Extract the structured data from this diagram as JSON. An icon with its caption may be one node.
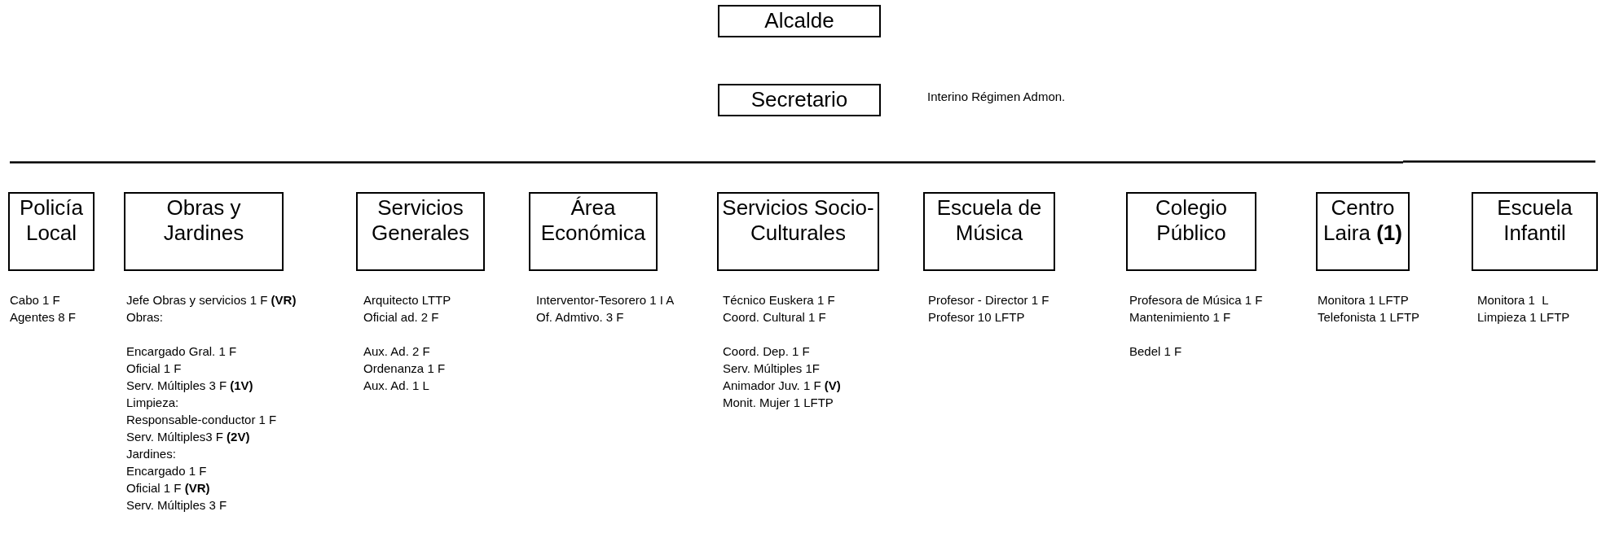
{
  "diagram": {
    "nodes": [
      {
        "text": [
          "Alcalde"
        ]
      },
      {
        "text": [
          "Secretario"
        ],
        "beside": [
          "Interino Régimen Admon."
        ]
      },
      {
        "text": [
          "Policía Local"
        ],
        "beside": [
          "Cabo 1 F",
          "Agentes 8 F"
        ]
      },
      {
        "text": [
          "Obras y Jardines"
        ],
        "beside": [
          "Jefe Obras y servicios 1 F **(VR)**",
          "Obras:",
          "Encargado Gral. 1 F",
          "Oficial 1 F",
          "Serv. Múltiples 3 F **(1V)**",
          "Limpieza:",
          "Responsable-conductor 1 F",
          "Serv. Múltiples3 F **(2V)**",
          "Jardines:",
          "Encargado 1 F",
          "Oficial 1 F **(VR)**",
          "Serv. Múltiples 3 F"
        ]
      },
      {
        "text": [
          "Servicios Generales"
        ],
        "beside": [
          "Arquitecto LTTP",
          "Oficial ad. 2 F",
          "Aux. Ad. 2 F",
          "Ordenanza 1 F",
          "Aux. Ad. 1 L"
        ]
      },
      {
        "text": [
          "Área Económica"
        ],
        "beside": [
          "Interventor-Tesorero 1 I A",
          "Of. Admtivo. 3 F"
        ]
      },
      {
        "text": [
          "Servicios Socio-Culturales"
        ],
        "beside": [
          "Técnico Euskera 1 F",
          "Coord. Cultural 1 F",
          "Coord. Dep. 1 F",
          "Serv. Múltiples 1F",
          "Animador Juv. 1 F **(V)**",
          "Monit. Mujer 1 LFTP"
        ]
      },
      {
        "text": [
          "Escuela de Música"
        ],
        "beside": [
          "Profesor - Director 1 F",
          "Profesor 10 LFTP"
        ]
      },
      {
        "text": [
          "Colegio Público"
        ],
        "beside": [
          "Profesora de Música 1 F",
          "Mantenimiento 1 F",
          "Bedel 1 F"
        ]
      },
      {
        "text": [
          "Centro Laira **(1)**"
        ],
        "beside": [
          "Monitora 1 LFTP",
          "Telefonista 1 LFTP"
        ]
      },
      {
        "text": [
          "Escuela Infantil"
        ],
        "beside": [
          "Monitora 1  L",
          "Limpieza 1 LFTP"
        ]
      }
    ]
  }
}
